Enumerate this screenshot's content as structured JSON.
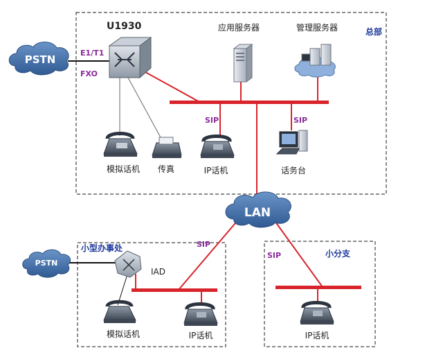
{
  "colors": {
    "red_line": "#d9232a",
    "gray_line": "#666666",
    "box_border": "#444444",
    "cloud_fill": "#3f6ea8",
    "purple_label": "#8a2a9a",
    "blue_label": "#1f3a9e"
  },
  "hq": {
    "title": "U1930",
    "region_label": "总部",
    "app_server_label": "应用服务器",
    "mgmt_server_label": "管理服务器",
    "e1t1_label": "E1/T1",
    "fxo_label": "FXO",
    "sip_left": "SIP",
    "sip_right": "SIP",
    "analog_phone_label": "模拟话机",
    "fax_label": "传真",
    "ip_phone_label": "IP话机",
    "console_label": "话务台"
  },
  "clouds": {
    "pstn_top": "PSTN",
    "pstn_bottom": "PSTN",
    "lan": "LAN"
  },
  "small_office": {
    "title": "小型办事处",
    "iad_label": "IAD",
    "sip_label": "SIP",
    "analog_phone_label": "模拟话机",
    "ip_phone_label": "IP话机"
  },
  "branch": {
    "title": "小分支",
    "sip_label": "SIP",
    "ip_phone_label": "IP话机"
  },
  "icons": [
    "router-icon",
    "server-icon",
    "server-cloud-icon",
    "analog-phone-icon",
    "fax-icon",
    "ip-phone-icon",
    "console-pc-icon",
    "iad-icon"
  ]
}
